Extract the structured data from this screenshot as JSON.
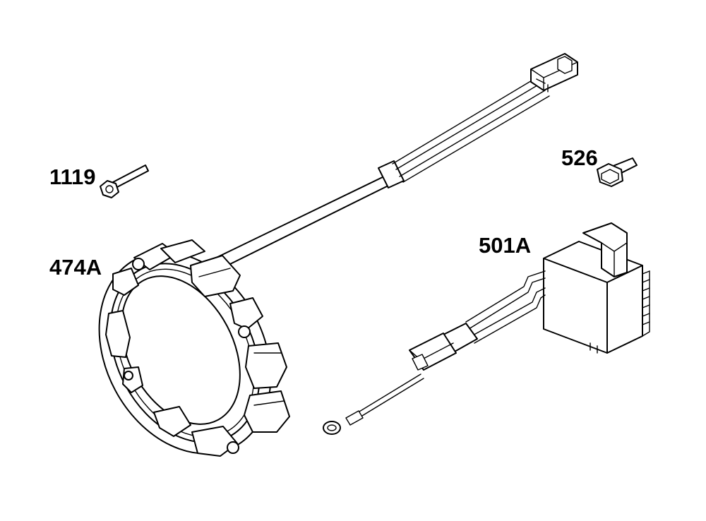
{
  "diagram": {
    "parts": [
      {
        "id": "1119",
        "label": "1119",
        "depicts": "screw"
      },
      {
        "id": "474A",
        "label": "474A",
        "depicts": "alternator-stator"
      },
      {
        "id": "526",
        "label": "526",
        "depicts": "flange-bolt"
      },
      {
        "id": "501A",
        "label": "501A",
        "depicts": "regulator-rectifier"
      }
    ]
  }
}
